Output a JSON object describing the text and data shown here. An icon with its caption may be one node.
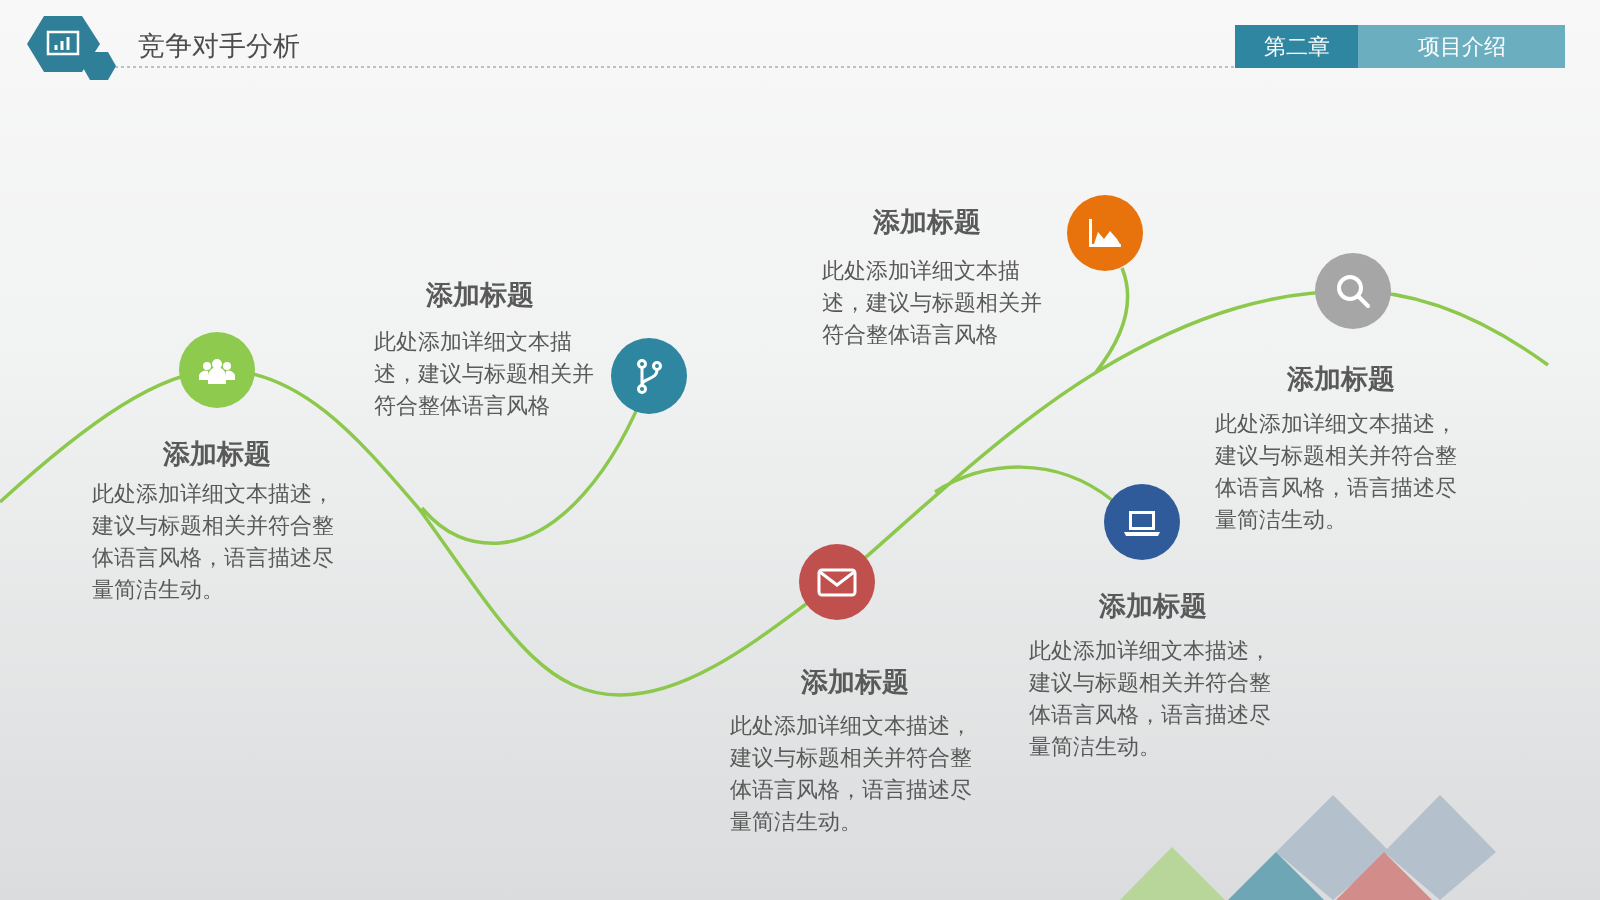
{
  "diagram": {
    "title": "竞争对手分析",
    "nodes": [
      {
        "text": [],
        "shape": "circle",
        "beside": [
          "添加标题",
          "此处添加详细文本描述，建议与标题相关并符合整体语言风格，语言描述尽量简洁生动。"
        ]
      },
      {
        "text": [],
        "shape": "circle",
        "beside": [
          "添加标题",
          "此处添加详细文本描述，建议与标题相关并符合整体语言风格"
        ]
      },
      {
        "text": [],
        "shape": "circle",
        "beside": [
          "添加标题",
          "此处添加详细文本描述，建议与标题相关并符合整体语言风格，语言描述尽量简洁生动。"
        ]
      },
      {
        "text": [],
        "shape": "circle",
        "beside": [
          "添加标题",
          "此处添加详细文本描述，建议与标题相关并符合整体语言风格"
        ]
      },
      {
        "text": [],
        "shape": "circle",
        "beside": [
          "添加标题",
          "此处添加详细文本描述，建议与标题相关并符合整体语言风格，语言描述尽量简洁生动。"
        ]
      },
      {
        "text": [],
        "shape": "circle",
        "beside": [
          "添加标题",
          "此处添加详细文本描述，建议与标题相关并符合整体语言风格，语言描述尽量简洁生动。"
        ]
      }
    ],
    "labels": [
      "第二章",
      "项目介绍"
    ]
  }
}
